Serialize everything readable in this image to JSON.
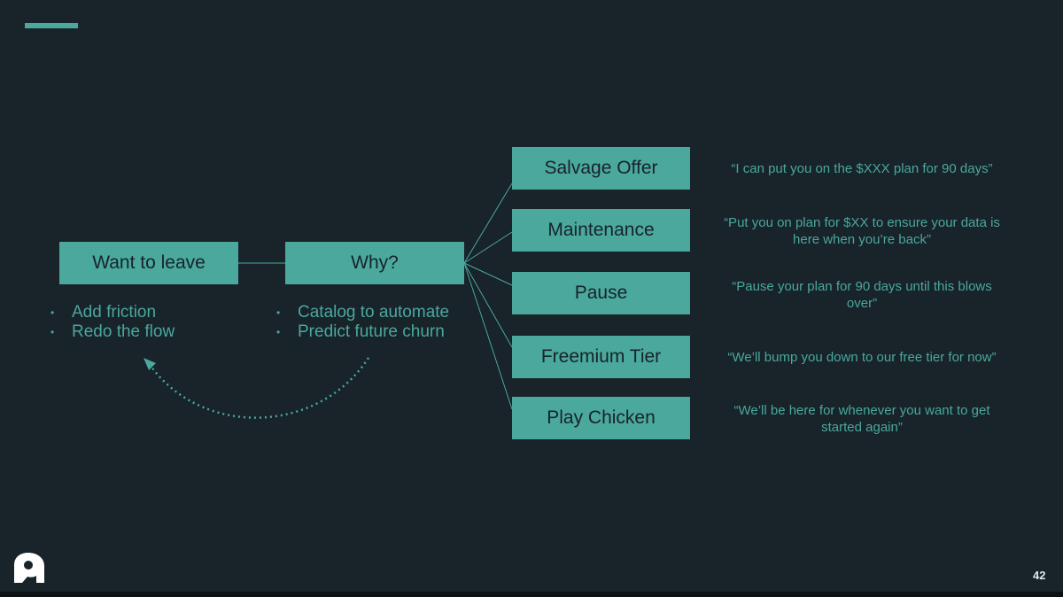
{
  "colors": {
    "accent": "#4aa89d",
    "background": "#18232a",
    "box_text": "#18232a",
    "page_number": "#e6e6e6"
  },
  "left_flow": {
    "want_to_leave": "Want to leave",
    "why": "Why?",
    "want_bullets": [
      "Add friction",
      "Redo the flow"
    ],
    "why_bullets": [
      "Catalog to automate",
      "Predict future churn"
    ]
  },
  "options": [
    {
      "label": "Salvage Offer",
      "quote_lines": [
        "“I can put you on the $XXX plan for 90 days”"
      ]
    },
    {
      "label": "Maintenance",
      "quote_lines": [
        "“Put you on plan for $XX to ensure your data is",
        "here when you’re back”"
      ]
    },
    {
      "label": "Pause",
      "quote_lines": [
        "“Pause your plan for 90 days until this blows",
        "over”"
      ]
    },
    {
      "label": "Freemium Tier",
      "quote_lines": [
        "“We’ll bump you down to our free tier for now”"
      ]
    },
    {
      "label": "Play Chicken",
      "quote_lines": [
        "“We’ll be here for whenever you want to get",
        "started again”"
      ]
    }
  ],
  "logo": {
    "icon": "brand-logo-icon"
  },
  "page_number": "42"
}
